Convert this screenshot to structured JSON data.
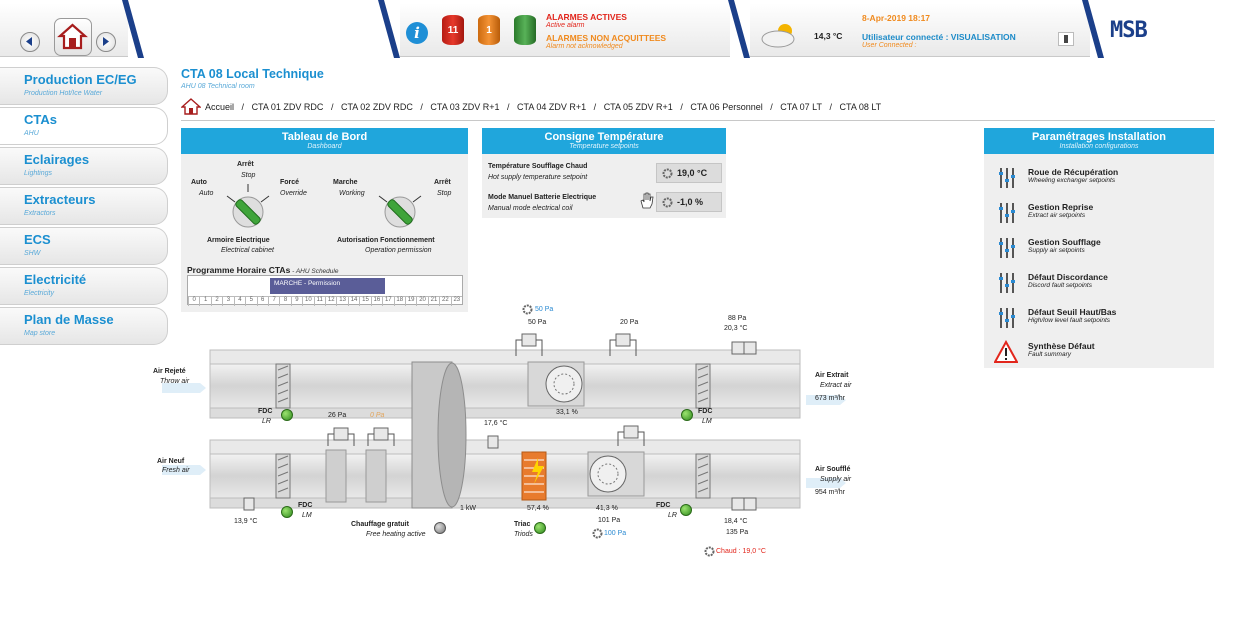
{
  "topbar": {
    "alarm_counts": [
      "11",
      "1"
    ],
    "alarm_active": "ALARMES ACTIVES",
    "alarm_active_en": "Active alarm",
    "alarm_unack": "ALARMES NON ACQUITTEES",
    "alarm_unack_en": "Alarm not acknowledged",
    "temperature": "14,3 °C",
    "datetime": "8-Apr-2019 18:17",
    "user_label": "Utilisateur connecté : VISUALISATION",
    "user_label_en": "User Connected :",
    "logo": "MSB",
    "colors": {
      "red": "#e2261c",
      "orange": "#f08a1e",
      "green": "#3a9a3a",
      "blue": "#1d8bc8"
    }
  },
  "sidebar": [
    {
      "title": "Production EC/EG",
      "sub": "Production Hot/Ice Water"
    },
    {
      "title": "CTAs",
      "sub": "AHU"
    },
    {
      "title": "Eclairages",
      "sub": "Lightings"
    },
    {
      "title": "Extracteurs",
      "sub": "Extractors"
    },
    {
      "title": "ECS",
      "sub": "SHW"
    },
    {
      "title": "Electricité",
      "sub": "Electricity"
    },
    {
      "title": "Plan de Masse",
      "sub": "Map store"
    }
  ],
  "page": {
    "title": "CTA 08 Local Technique",
    "subtitle": "AHU 08 Technical room"
  },
  "breadcrumb": [
    "Accueil",
    "/",
    "CTA 01 ZDV RDC",
    "/",
    "CTA 02 ZDV RDC",
    "/",
    "CTA 03 ZDV R+1",
    "/",
    "CTA 04 ZDV R+1",
    "/",
    "CTA 05 ZDV R+1",
    "/",
    "CTA 06 Personnel",
    "/",
    "CTA 07 LT",
    "/",
    "CTA 08 LT"
  ],
  "dashboard": {
    "title": "Tableau de Bord",
    "sub": "Dashboard",
    "arret1": "Arrêt",
    "arret1_en": "Stop",
    "auto": "Auto",
    "auto_en": "Auto",
    "force": "Forcé",
    "force_en": "Override",
    "cabinet": "Armoire Electrique",
    "cabinet_en": "Electrical cabinet",
    "marche": "Marche",
    "marche_en": "Working",
    "arret2": "Arrêt",
    "arret2_en": "Stop",
    "perm": "Autorisation Fonctionnement",
    "perm_en": "Operation permission",
    "schedule_title": "Programme Horaire CTAs",
    "schedule_sub": " - AHU Schedule",
    "schedule_bar": "MARCHE - Permission",
    "schedule_fraction": 0.3,
    "hours": [
      "0",
      "1",
      "2",
      "3",
      "4",
      "5",
      "6",
      "7",
      "8",
      "9",
      "10",
      "11",
      "12",
      "13",
      "14",
      "15",
      "16",
      "17",
      "18",
      "19",
      "20",
      "21",
      "22",
      "23"
    ]
  },
  "setpoints": {
    "title": "Consigne Température",
    "sub": "Temperature setpoints",
    "row1": "Température Soufflage Chaud",
    "row1_en": "Hot supply temperature setpoint",
    "val1": "19,0 °C",
    "row2": "Mode Manuel Batterie Electrique",
    "row2_en": "Manual mode electrical coil",
    "val2": "-1,0 %"
  },
  "params": {
    "title": "Paramétrages Installation",
    "sub": "Installation configurations",
    "items": [
      {
        "t": "Roue de Récupération",
        "s": "Wheeling exchanger setpoints"
      },
      {
        "t": "Gestion Reprise",
        "s": "Extract air setpoints"
      },
      {
        "t": "Gestion Soufflage",
        "s": "Supply air setpoints"
      },
      {
        "t": "Défaut Discordance",
        "s": "Discord fault setpoints"
      },
      {
        "t": "Défaut Seuil Haut/Bas",
        "s": "High/low level fault setpoints"
      },
      {
        "t": "Synthèse Défaut",
        "s": "Fault summary"
      }
    ]
  },
  "synoptic": {
    "rejete": "Air Rejeté",
    "rejete_en": "Throw air",
    "neuf": "Air Neuf",
    "neuf_en": "Fresh air",
    "extrait": "Air Extrait",
    "extrait_en": "Extract air",
    "extrait_flow": "673 m³/hr",
    "souffle": "Air Soufflé",
    "souffle_en": "Supply air",
    "souffle_flow": "954 m³/hr",
    "fdc": "FDC",
    "lr": "LR",
    "lm": "LM",
    "p_top_set": "50 Pa",
    "p_top": "50 Pa",
    "p_20": "20 Pa",
    "p_88": "88 Pa",
    "t_20": "20,3 °C",
    "fan_top": "33,1 %",
    "p_26": "26 Pa",
    "p_0": "0 Pa",
    "t_176": "17,6 °C",
    "t_139": "13,9 °C",
    "free": "Chauffage gratuit",
    "free_en": "Free heating active",
    "kw": "1 kW",
    "triac_pct": "57,4 %",
    "triac": "Triac",
    "triac_en": "Triods",
    "fan_bot": "41,3 %",
    "p_101": "101 Pa",
    "p_100set": "100 Pa",
    "t_184": "18,4 °C",
    "p_135": "135 Pa",
    "chaud": "Chaud : 19,0 °C"
  }
}
